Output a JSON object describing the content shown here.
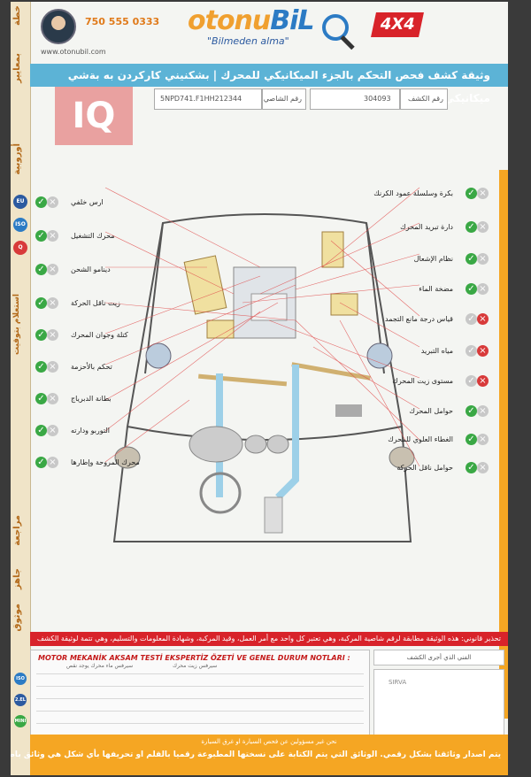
{
  "header": {
    "phone": "750 555 0333",
    "website": "www.otonubil.com",
    "logo_part1": "otonu",
    "logo_part2": "BiL",
    "slogan": "\"Bilmeden alma\"",
    "badge": "4X4"
  },
  "title": "وثيقة كشف فحص التحكم بالجزء الميكانيكي للمحرك | بشكنيني كاركردن به بةشي ميكانيكي بزوينةر",
  "info": {
    "plate_label": "رقم الكشف",
    "plate_value": "304093",
    "chassis_label": "رقم الشاصي",
    "chassis_value": "5NPD741.F1HH212344"
  },
  "watermark": "IQ",
  "left_strip": {
    "labels": [
      "خطة",
      "بمعايير",
      "أوروبية",
      "استعلام بتوقيت",
      "مراجعة",
      "جاهز",
      "موثوق"
    ]
  },
  "left_items": [
    {
      "label": "ارس خلفي",
      "status": "ok"
    },
    {
      "label": "محرك التشغيل",
      "status": "ok"
    },
    {
      "label": "دينامو الشحن",
      "status": "ok"
    },
    {
      "label": "زيت ناقل الحركة",
      "status": "ok"
    },
    {
      "label": "كتلة وجوان المحرك",
      "status": "ok"
    },
    {
      "label": "تحكم بالأحزمة",
      "status": "ok"
    },
    {
      "label": "بطانة الدبرياج",
      "status": "ok"
    },
    {
      "label": "التوربو ودارته",
      "status": "ok"
    },
    {
      "label": "محرك المروحة وإطارها",
      "status": "ok"
    }
  ],
  "right_items": [
    {
      "label": "بكرة وسلسلة عمود الكرنك",
      "status": "ok"
    },
    {
      "label": "دارة تبريد المحرك",
      "status": "ok"
    },
    {
      "label": "نظام الإشعال",
      "status": "ok"
    },
    {
      "label": "مضخة الماء",
      "status": "ok"
    },
    {
      "label": "قياس درجة مانع التجمد",
      "status": "bad"
    },
    {
      "label": "مياه التبريد",
      "status": "bad"
    },
    {
      "label": "مستوى زيت المحرك",
      "status": "bad"
    },
    {
      "label": "حوامل المحرك",
      "status": "ok"
    },
    {
      "label": "الغطاء العلوي للمحرك",
      "status": "ok"
    },
    {
      "label": "حوامل ناقل الحركة",
      "status": "ok"
    }
  ],
  "warning": "تحذير قانوني: هذه الوثيقة مطابقة لرقم شاصية المركبة، وهي تعتبر كل واحد مع أمر العمل، وقيد المركبة، وشهادة المعلومات والتسليم، وهي تتمة لوثيقة الكشف",
  "notes": {
    "title": "MOTOR MEKANİK AKSAM TESTİ EKSPERTİZ ÖZETİ VE GENEL DURUM NOTLARI :",
    "sub1": "سيرفس زيت محرك",
    "sub2": "سيرفس ماء محرك يوجد نقص"
  },
  "technician_label": "الفني الذي أجرى الكشف",
  "sirva_label": "SIRVA",
  "side_badges": [
    "ISO",
    "2.EL",
    "MINI"
  ],
  "footer": {
    "line1": "نحن غير مسؤولين عن فحص السيارة او غرق السيارة",
    "line2": "يتم اصدار وثائقنا بشكل رقمي. الوثائق التي يتم الكتابة على نسختها المطبوعة رقميا بالقلم او تحريفها بأي شكل هي وثائق باطلة"
  },
  "colors": {
    "accent_orange": "#f5a623",
    "banner_blue": "#5cb3d6",
    "ok_green": "#3aa845",
    "bad_red": "#d83a3a",
    "warning_red": "#d8232a"
  }
}
